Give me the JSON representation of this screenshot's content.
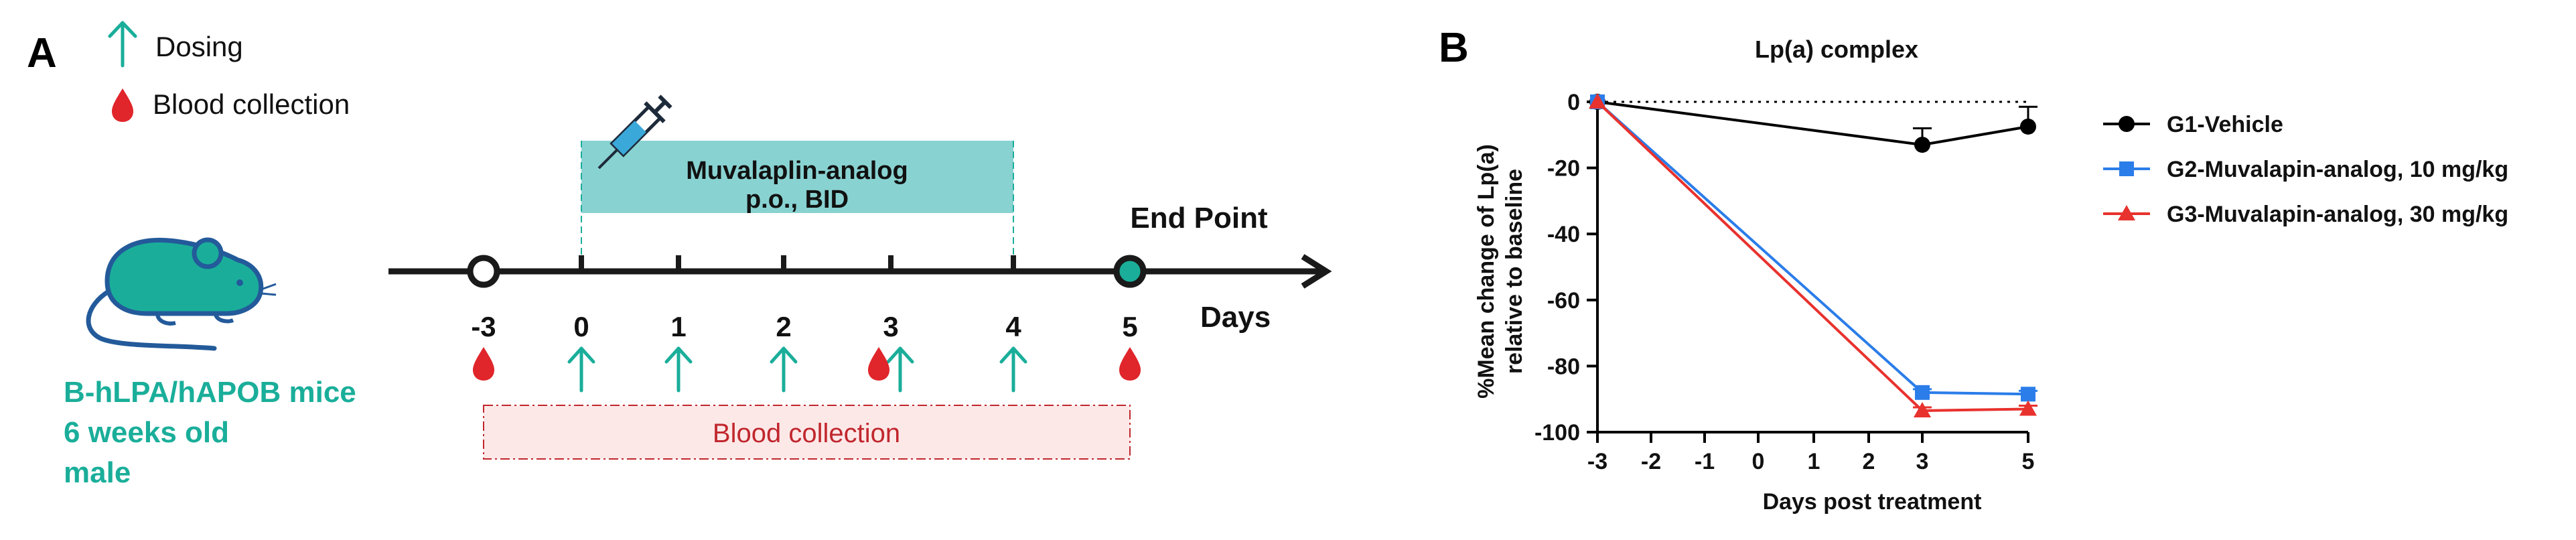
{
  "panel_a": {
    "label": "A",
    "legend": {
      "dosing": "Dosing",
      "blood": "Blood collection",
      "teal": "#1aae9a",
      "red": "#e0262b"
    },
    "mouse": {
      "lines": [
        "B-hLPA/hAPOB mice",
        "6 weeks old",
        "male"
      ]
    },
    "treatment": {
      "line1": "Muvalaplin-analog",
      "line2": "p.o., BID",
      "fill": "#89d2d2"
    },
    "timeline": {
      "end_point": "End Point",
      "days_label": "Days",
      "ticks": [
        "-3",
        "0",
        "1",
        "2",
        "3",
        "4",
        "5"
      ],
      "dosing_days": [
        "0",
        "1",
        "2",
        "3",
        "4"
      ],
      "blood_days": [
        "-3",
        "3",
        "5"
      ]
    },
    "blood_box": {
      "label": "Blood collection",
      "fill": "#fde8e8",
      "text_color": "#c0272d"
    }
  },
  "chart_data": {
    "panel_label": "B",
    "type": "line",
    "title": "Lp(a) complex",
    "xlabel": "Days post treatment",
    "ylabel_lines": [
      "%Mean change of Lp(a)",
      "relative to baseline"
    ],
    "x_ticks": [
      "-3",
      "-2",
      "-1",
      "0",
      "1",
      "2",
      "3",
      "5"
    ],
    "y_ticks": [
      0,
      -20,
      -40,
      -60,
      -80,
      -100
    ],
    "ylim": [
      -100,
      0
    ],
    "reference_line": 0,
    "legend_position": "right",
    "series": [
      {
        "name": "G1-Vehicle",
        "color": "#000000",
        "marker": "circle",
        "x": [
          "-3",
          "3",
          "5"
        ],
        "y": [
          0,
          -13,
          -7.5
        ],
        "err": [
          0,
          5,
          6
        ]
      },
      {
        "name": "G2-Muvalapin-analog, 10 mg/kg",
        "color": "#2b7de9",
        "marker": "square",
        "x": [
          "-3",
          "3",
          "5"
        ],
        "y": [
          0,
          -88,
          -88.5
        ],
        "err": [
          0,
          1,
          1
        ]
      },
      {
        "name": "G3-Muvalapin-analog, 30 mg/kg",
        "color": "#e8322e",
        "marker": "triangle",
        "x": [
          "-3",
          "3",
          "5"
        ],
        "y": [
          0,
          -93.5,
          -93
        ],
        "err": [
          0,
          1,
          1
        ]
      }
    ]
  }
}
